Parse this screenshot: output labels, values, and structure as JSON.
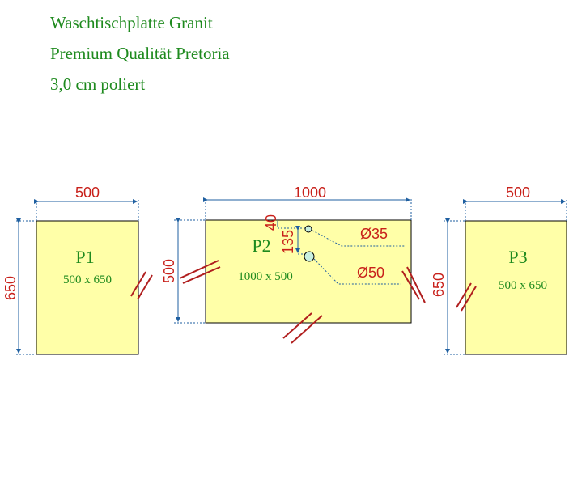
{
  "header": {
    "line1": "Waschtischplatte Granit",
    "line2": "Premium Qualität Pretoria",
    "line3": "3,0 cm poliert"
  },
  "panels": [
    {
      "label": "P1",
      "size": "500 x 650",
      "width": "500",
      "height": "650"
    },
    {
      "label": "P2",
      "size": "1000 x 500",
      "width": "1000",
      "height": "500"
    },
    {
      "label": "P3",
      "size": "500 x 650",
      "width": "500",
      "height": "650"
    }
  ],
  "holes": {
    "offset_top": "40",
    "spacing": "135",
    "small_diameter": "Ø35",
    "large_diameter": "Ø50"
  },
  "colors": {
    "panel": "#ffffa8",
    "title": "#1e8a1e",
    "dimension_text": "#c8201a",
    "dimension_line": "#1f5fa0"
  }
}
